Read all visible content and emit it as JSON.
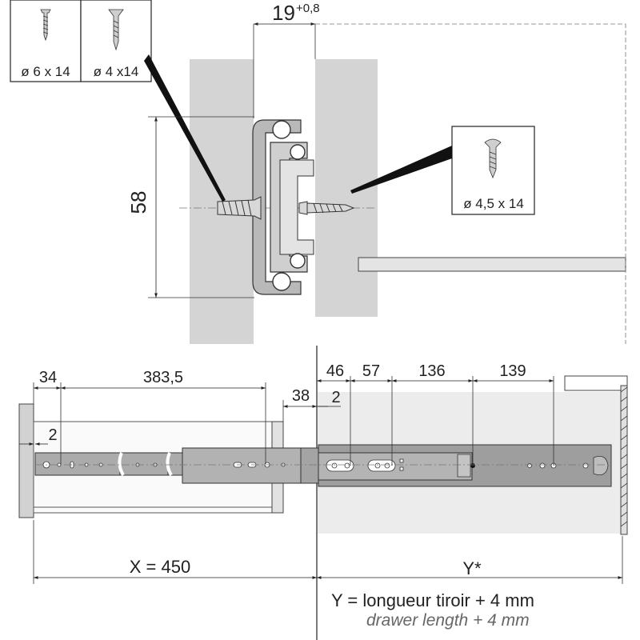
{
  "top_view": {
    "screw_box_1_label": "ø 6 x 14",
    "screw_box_2_label": "ø 4 x14",
    "screw_box_3_label": "ø 4,5 x 14",
    "dim_gap_value": "19",
    "dim_gap_tolerance": "+0,8",
    "dim_height": "58"
  },
  "side_view": {
    "dim_34": "34",
    "dim_383_5": "383,5",
    "dim_46": "46",
    "dim_57": "57",
    "dim_136": "136",
    "dim_139": "139",
    "dim_38": "38",
    "dim_2_right": "2",
    "dim_2_left": "2",
    "dim_x": "X = 450",
    "dim_y": "Y*"
  },
  "notes": {
    "line1": "Y = longueur tiroir + 4 mm",
    "line2": "drawer length + 4 mm"
  },
  "colors": {
    "panel_grey": "#d4d4d4",
    "light_grey": "#ececec",
    "rail_grey": "#a9a9a9",
    "line": "#222222"
  }
}
